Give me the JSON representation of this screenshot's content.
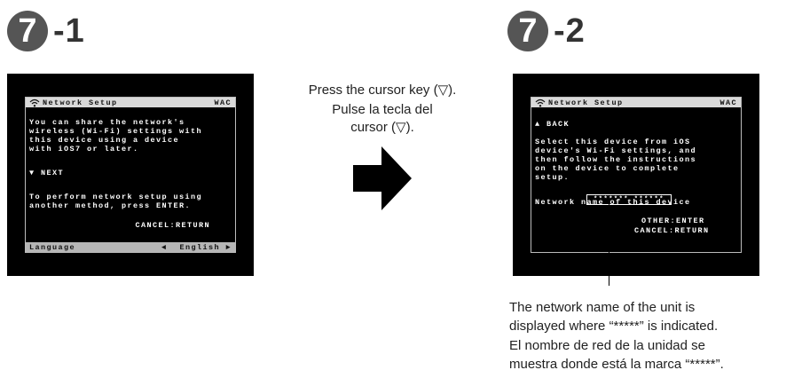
{
  "steps": {
    "first": {
      "num": "7",
      "sub": "-1"
    },
    "second": {
      "num": "7",
      "sub": "-2"
    }
  },
  "screen1": {
    "title": "Network Setup",
    "badge": "WAC",
    "body": "You can share the network's\nwireless (Wi-Fi) settings with\nthis device using a device\nwith iOS7 or later.",
    "next": "▼ NEXT",
    "other_method": "To perform network setup using\nanother method, press ENTER.",
    "cancel": "CANCEL:RETURN",
    "footer_label": "Language",
    "footer_left_arrow": "◄",
    "footer_value": "English ►"
  },
  "screen2": {
    "title": "Network Setup",
    "badge": "WAC",
    "back": "▲ BACK",
    "select": "Select this device from iOS\ndevice's Wi-Fi settings, and\nthen follow the instructions\non the device to complete\nsetup.",
    "network_label": "Network name of this device",
    "network_name": "******* ******",
    "other": "OTHER:ENTER",
    "cancel": "CANCEL:RETURN"
  },
  "instruction": {
    "en": "Press the cursor key (▽).",
    "es": "Pulse la tecla del\ncursor (▽)."
  },
  "note": {
    "en": "The network name of the unit is\ndisplayed where “*****” is indicated.",
    "es": "El nombre de red de la unidad se\nmuestra donde está la marca “*****”."
  },
  "icons": {
    "wifi": "wifi-icon",
    "arrow": "right-arrow-icon"
  },
  "colors": {
    "step_circle": "#555555",
    "screen_bg": "#000000",
    "header_bg": "#d9d9d9",
    "footer_bg": "#b6b6b6",
    "arrow": "#000000"
  }
}
